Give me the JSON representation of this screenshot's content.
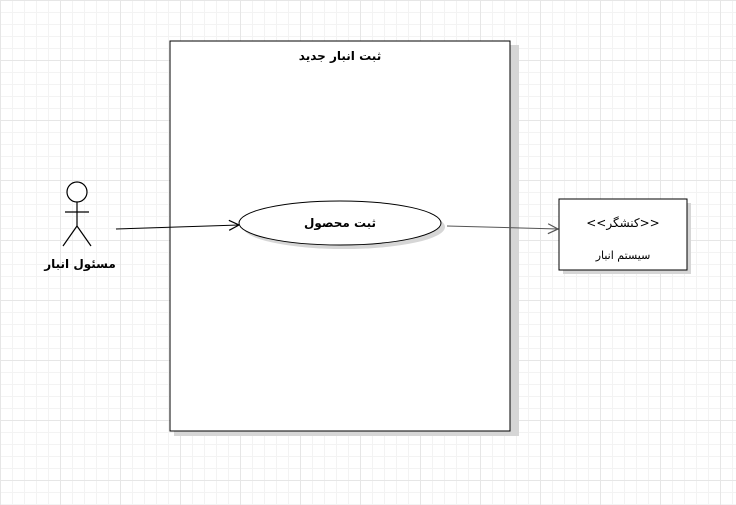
{
  "diagram": {
    "system_boundary_title": "ثبت انبار جدید",
    "actor_name": "مسئول انبار",
    "use_case_name": "ثبت محصول",
    "external_stereotype": "<<کنشگر>>",
    "external_name": "سیستم انبار"
  },
  "colors": {
    "stroke": "#000000",
    "shadow": "#cfcfcf",
    "grid": "#e6e6e6",
    "arrow_gray": "#555555"
  }
}
